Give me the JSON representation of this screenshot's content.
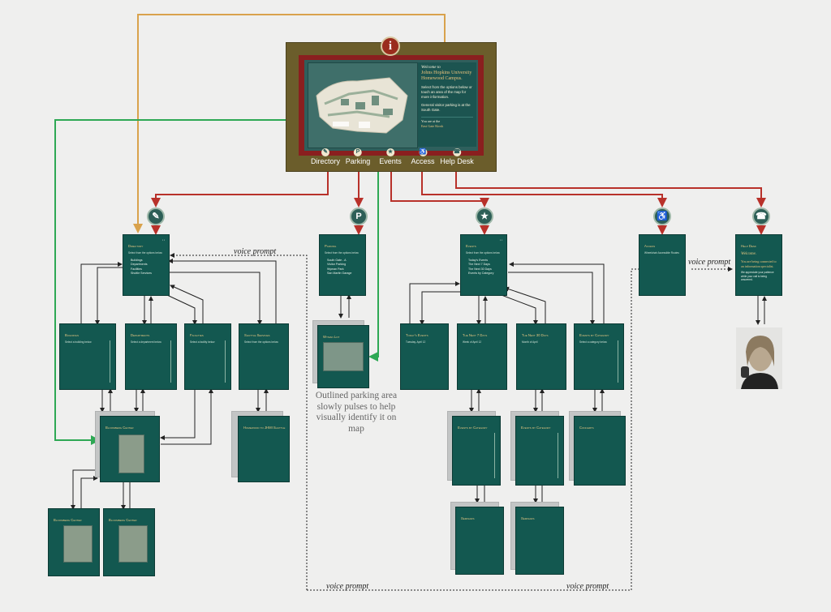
{
  "kiosk": {
    "info_badge": "i",
    "welcome_title": "Welcome to",
    "campus_name": "Johns Hopkins University Homewood Campus.",
    "instructions": "Select from the options below or touch an area of the map for more information.",
    "parking_note": "General visitor parking is at the South Gate.",
    "location_prefix": "You are at the",
    "location": "East Gate Kiosk",
    "nav": [
      {
        "label": "Directory",
        "icon": "directory-icon"
      },
      {
        "label": "Parking",
        "icon": "parking-icon"
      },
      {
        "label": "Events",
        "icon": "events-icon"
      },
      {
        "label": "Access",
        "icon": "access-icon"
      },
      {
        "label": "Help Desk",
        "icon": "help-desk-icon"
      }
    ]
  },
  "annotations": {
    "voice_prompt_top": "voice prompt",
    "voice_prompt_access": "voice prompt",
    "voice_prompt_bottom_left": "voice prompt",
    "voice_prompt_bottom_right": "voice prompt",
    "parking_caption": "Outlined parking area slowly pulses to help visually identify it on map"
  },
  "screens": {
    "directory": {
      "title": "Directory",
      "sub": "Select from the options below",
      "rows": [
        "Buildings",
        "Departments",
        "Facilities",
        "Shuttle Services"
      ]
    },
    "parking": {
      "title": "Parking",
      "sub": "Select from the options below",
      "rows": [
        "South Gate - A",
        "Visitor Parking",
        "Wyman Park",
        "San Martin Garage"
      ]
    },
    "events": {
      "title": "Events",
      "sub": "Select from the options below",
      "rows": [
        "Today's Events",
        "The Next 7 Days",
        "The Next 30 Days",
        "Events by Category"
      ]
    },
    "access": {
      "title": "Access",
      "sub": "Wheelchair Accessible Routes"
    },
    "help_desk": {
      "title": "Help Desk",
      "welcome": "Welcome.",
      "msg1": "You are being connected to an information specialist.",
      "msg2": "We appreciate your patience while your call is being answered."
    },
    "buildings": {
      "title": "Buildings",
      "sub": "Select a building below"
    },
    "departments": {
      "title": "Departments",
      "sub": "Select a department below"
    },
    "facilities": {
      "title": "Facilities",
      "sub": "Select a facility below"
    },
    "shuttle": {
      "title": "Shuttle Services",
      "sub": "Select from the options below"
    },
    "wyman_lot": {
      "title": "Wyman Lot"
    },
    "todays_events": {
      "title": "Today's Events",
      "sub": "Tuesday, April 12"
    },
    "next7": {
      "title": "The Next 7 Days",
      "sub": "Week of April 12"
    },
    "next30": {
      "title": "The Next 30 Days",
      "sub": "Month of April"
    },
    "by_category": {
      "title": "Events by Category",
      "sub": "Select a category below"
    },
    "bloomberg_main": {
      "title": "Bloomberg Center"
    },
    "homewood_shuttle": {
      "title": "Homewood to JHMI Shuttle"
    },
    "bloomberg_a": {
      "title": "Bloomberg Center"
    },
    "bloomberg_b": {
      "title": "Bloomberg Center"
    },
    "cat_a": {
      "title": "Events by Category"
    },
    "cat_b": {
      "title": "Events by Category"
    },
    "concerts": {
      "title": "Concerts"
    },
    "seminars_a": {
      "title": "Seminars"
    },
    "seminars_b": {
      "title": "Seminars"
    }
  },
  "colors": {
    "orange_line": "#d9a24c",
    "green_line": "#2ea854",
    "red_line": "#b8312a",
    "black_line": "#222222"
  }
}
